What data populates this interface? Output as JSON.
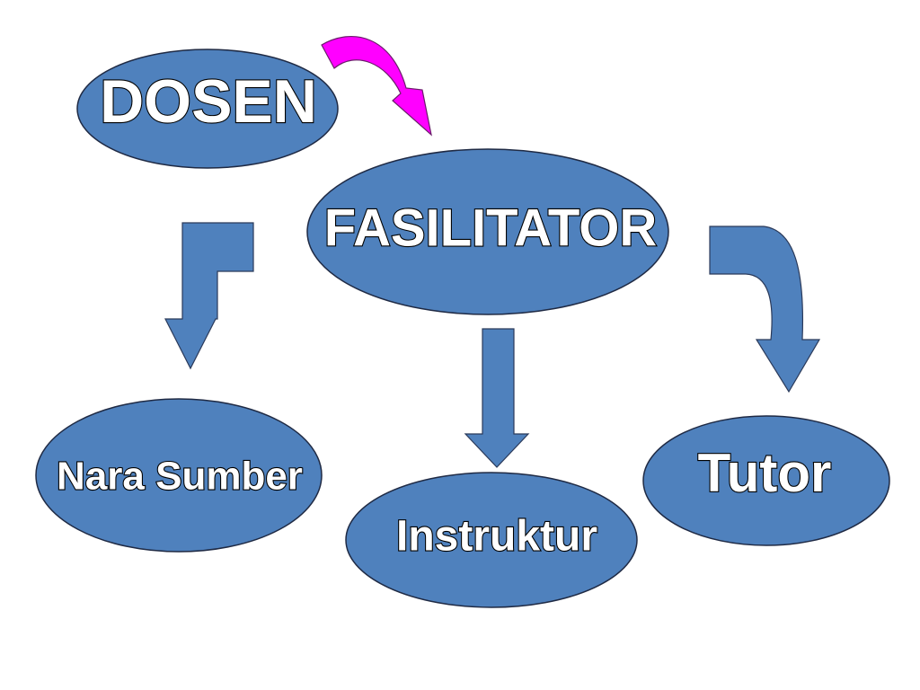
{
  "diagram": {
    "nodes": {
      "dosen": {
        "label": "DOSEN"
      },
      "fasilitator": {
        "label": "FASILITATOR"
      },
      "nara_sumber": {
        "label": "Nara Sumber"
      },
      "instruktur": {
        "label": "Instruktur"
      },
      "tutor": {
        "label": "Tutor"
      }
    },
    "edges": [
      {
        "from": "DOSEN",
        "to": "FASILITATOR",
        "style": "curved-accent"
      },
      {
        "from": "FASILITATOR",
        "to": "Nara Sumber",
        "style": "elbow"
      },
      {
        "from": "FASILITATOR",
        "to": "Instruktur",
        "style": "straight"
      },
      {
        "from": "FASILITATOR",
        "to": "Tutor",
        "style": "curved"
      }
    ],
    "colors": {
      "node_fill": "#4f81bd",
      "arrow_fill": "#4f81bd",
      "accent_arrow_fill": "#ff00ff",
      "label_fill": "#ffffff",
      "label_outline": "#000000",
      "background": "#ffffff"
    }
  }
}
